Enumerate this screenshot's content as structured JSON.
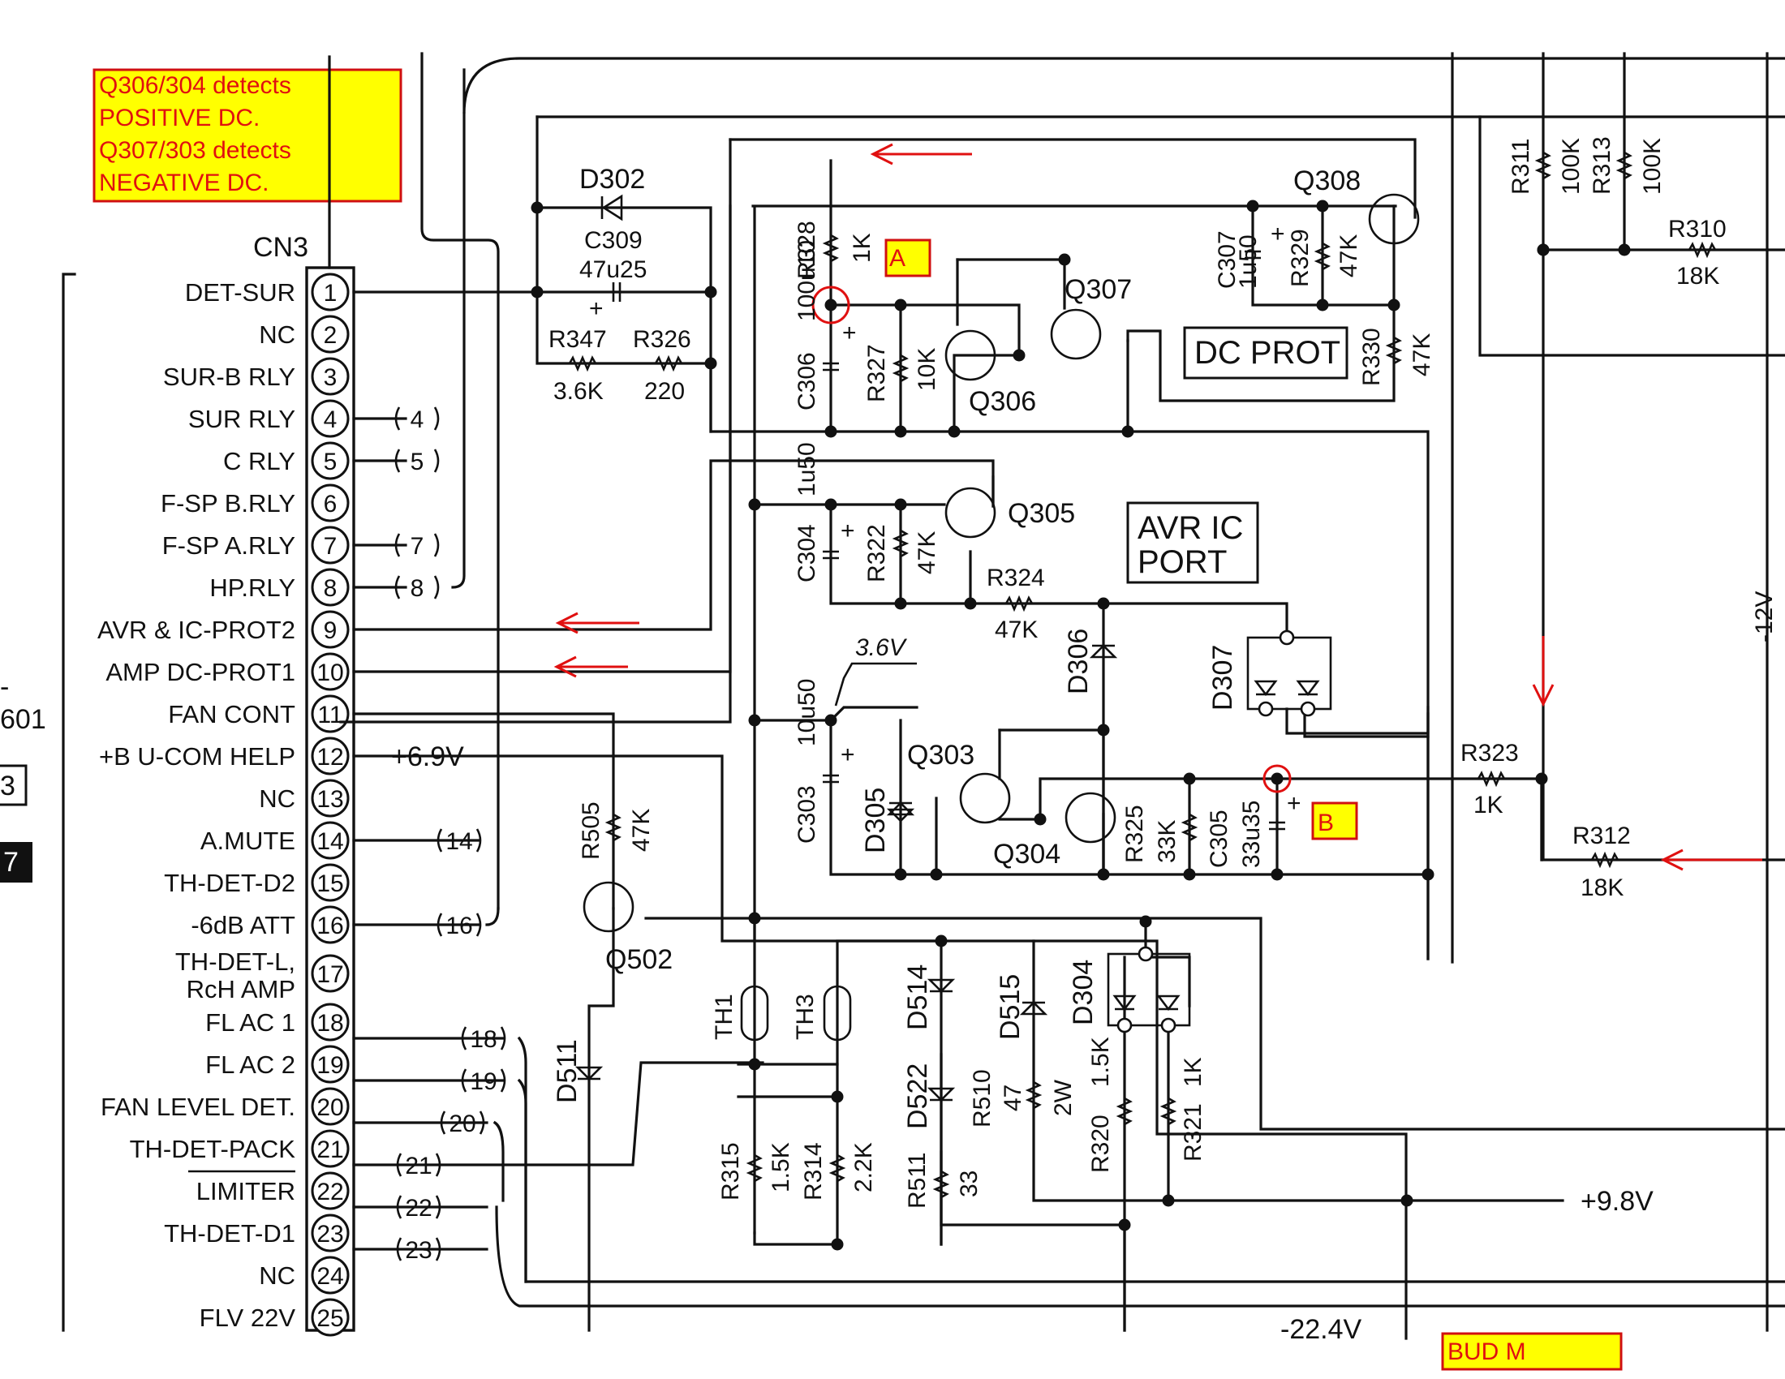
{
  "note": {
    "lines": [
      "Q306/304 detects",
      "POSITIVE DC.",
      "Q307/303 detects",
      "NEGATIVE DC."
    ]
  },
  "connector": {
    "name": "CN3",
    "pins": [
      {
        "num": "1",
        "label": "DET-SUR"
      },
      {
        "num": "2",
        "label": "NC"
      },
      {
        "num": "3",
        "label": "SUR-B RLY"
      },
      {
        "num": "4",
        "label": "SUR RLY"
      },
      {
        "num": "5",
        "label": "C RLY"
      },
      {
        "num": "6",
        "label": "F-SP B.RLY"
      },
      {
        "num": "7",
        "label": "F-SP A.RLY"
      },
      {
        "num": "8",
        "label": "HP.RLY"
      },
      {
        "num": "9",
        "label": "AVR & IC-PROT2"
      },
      {
        "num": "10",
        "label": "AMP DC-PROT1"
      },
      {
        "num": "11",
        "label": "FAN CONT"
      },
      {
        "num": "12",
        "label": "+B U-COM HELP"
      },
      {
        "num": "13",
        "label": "NC"
      },
      {
        "num": "14",
        "label": "A.MUTE"
      },
      {
        "num": "15",
        "label": "TH-DET-D2"
      },
      {
        "num": "16",
        "label": "-6dB ATT"
      },
      {
        "num": "17",
        "label": "TH-DET-L,",
        "label2": "RcH AMP"
      },
      {
        "num": "18",
        "label": "FL AC 1"
      },
      {
        "num": "19",
        "label": "FL AC 2"
      },
      {
        "num": "20",
        "label": "FAN LEVEL DET."
      },
      {
        "num": "21",
        "label": "TH-DET-PACK"
      },
      {
        "num": "22",
        "label": "LIMITER"
      },
      {
        "num": "23",
        "label": "TH-DET-D1"
      },
      {
        "num": "24",
        "label": "NC"
      },
      {
        "num": "25",
        "label": "FLV 22V"
      }
    ],
    "wire_tags": [
      "4",
      "5",
      "7",
      "8",
      "14",
      "16",
      "18",
      "19",
      "20",
      "21",
      "22",
      "23"
    ]
  },
  "left_edge": {
    "frag1": "-",
    "frag2": "601",
    "frag3": "3",
    "frag4": "7"
  },
  "voltages": {
    "v69": "+6.9V",
    "v36": "3.6V",
    "v98": "+9.8V",
    "vm12": "-12V",
    "v22": "-22.4V"
  },
  "points": {
    "a": "A",
    "b": "B"
  },
  "blocks": {
    "dc_prot": "DC PROT",
    "avr_1": "AVR IC",
    "avr_2": "PORT"
  },
  "parts": {
    "D302": "D302",
    "C309": "C309",
    "C309v": "47u25",
    "plus": "+",
    "R347": "R347",
    "R347v": "3.6K",
    "R326": "R326",
    "R326v": "220",
    "R328": "R328",
    "R328v": "1K",
    "C306": "C306",
    "C306v": "100u10",
    "R327": "R327",
    "R327v": "10K",
    "Q306": "Q306",
    "Q307": "Q307",
    "Q308": "Q308",
    "C307": "C307",
    "C307v": "1u50",
    "R329": "R329",
    "R329v": "47K",
    "R330": "R330",
    "R330v": "47K",
    "R311": "R311",
    "R311v": "100K",
    "R313": "R313",
    "R313v": "100K",
    "R310": "R310",
    "R310v": "18K",
    "Q305": "Q305",
    "C304": "C304",
    "C304v": "1u50",
    "R322": "R322",
    "R322v": "47K",
    "R324": "R324",
    "R324v": "47K",
    "D306": "D306",
    "D307": "D307",
    "C303": "C303",
    "C303v": "10u50",
    "D305": "D305",
    "Q303": "Q303",
    "Q304": "Q304",
    "R325": "R325",
    "R325v": "33K",
    "C305": "C305",
    "C305v": "33u35",
    "R323": "R323",
    "R323v": "1K",
    "R312": "R312",
    "R312v": "18K",
    "R505": "R505",
    "R505v": "47K",
    "Q502": "Q502",
    "D511": "D511",
    "TH1": "TH1",
    "TH3": "TH3",
    "D514": "D514",
    "D515": "D515",
    "D304": "D304",
    "D522": "D522",
    "R510": "R510",
    "R510v": "47",
    "R510p": "2W",
    "R315": "R315",
    "R315v": "1.5K",
    "R314": "R314",
    "R314v": "2.2K",
    "R511": "R511",
    "R511v": "33",
    "R320": "R320",
    "R320v": "1.5K",
    "R321": "R321",
    "R321v": "1K"
  },
  "bud_label": "BUD M",
  "colors": {
    "note_fill": "#ffff00",
    "note_text": "#e01010",
    "ink": "#111111",
    "arrow": "#e01010"
  }
}
